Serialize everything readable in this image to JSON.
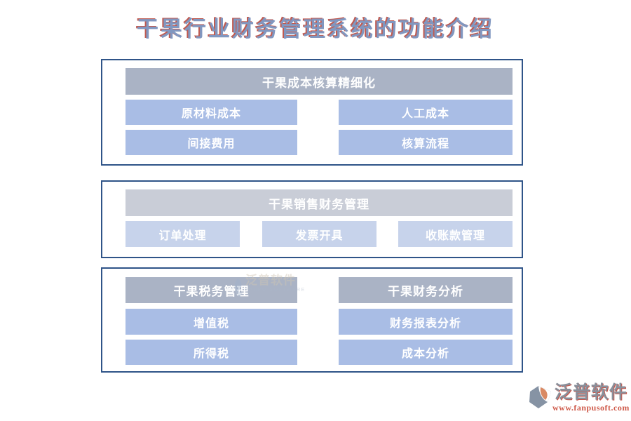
{
  "title": "干果行业财务管理系统的功能介绍",
  "sections": {
    "cost": {
      "header": "干果成本核算精细化",
      "items": [
        "原材料成本",
        "人工成本",
        "间接费用",
        "核算流程"
      ]
    },
    "sales": {
      "header": "干果销售财务管理",
      "items": [
        "订单处理",
        "发票开具",
        "收账款管理"
      ]
    },
    "tax": {
      "header": "干果税务管理",
      "items": [
        "增值税",
        "所得税"
      ]
    },
    "analysis": {
      "header": "干果财务分析",
      "items": [
        "财务报表分析",
        "成本分析"
      ]
    }
  },
  "watermark": {
    "name": "泛普软件",
    "subtext": "FANPU SOFTWARE"
  },
  "footer": {
    "brand": "泛普软件",
    "url": "www.fanpusoft.com"
  },
  "colors": {
    "box_border": "#2f5488",
    "header_bar": "#aab3c5",
    "header_bar_light": "#c9cdd7",
    "feature_block": "#a9bde5",
    "feature_block_light": "#c7d3eb",
    "title_blue": "#8197c0",
    "title_red_shadow": "#c05a50",
    "brand_gray": "#8a909b",
    "url_red": "#cf5a4a"
  }
}
